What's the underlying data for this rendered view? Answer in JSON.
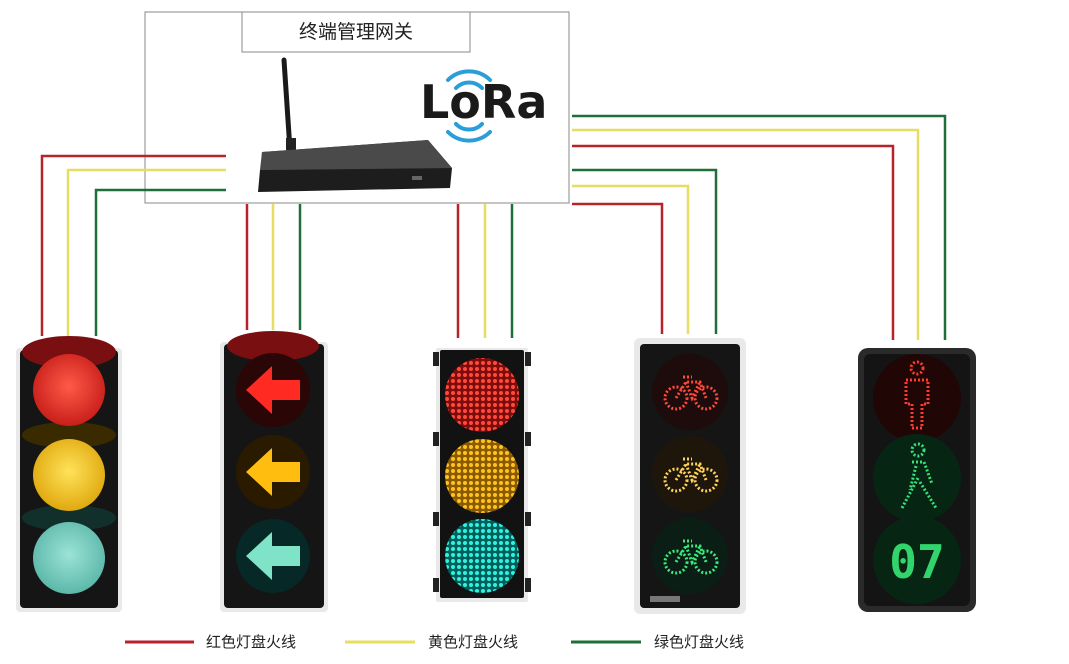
{
  "gateway": {
    "title": "终端管理网关",
    "brand": "LoRa"
  },
  "countdown": "07",
  "legend": [
    {
      "label": "红色灯盘火线",
      "color": "#b7222b"
    },
    {
      "label": "黄色灯盘火线",
      "color": "#e7dd62"
    },
    {
      "label": "绿色灯盘火线",
      "color": "#1f6f3a"
    }
  ],
  "wire_colors": {
    "red": "#b7222b",
    "yellow": "#e7dd62",
    "green": "#1f6f3a"
  },
  "signals": [
    {
      "kind": "full-circle",
      "lamps": [
        "red",
        "yellow",
        "green"
      ],
      "icon": "circle-lamp"
    },
    {
      "kind": "arrow-left",
      "lamps": [
        "red",
        "yellow",
        "green"
      ],
      "icon": "left-arrow-icon"
    },
    {
      "kind": "led-dot",
      "lamps": [
        "red",
        "yellow",
        "green"
      ],
      "icon": "led-dot-lamp"
    },
    {
      "kind": "bicycle",
      "lamps": [
        "red",
        "yellow",
        "green"
      ],
      "icon": "bicycle-icon"
    },
    {
      "kind": "pedestrian",
      "lamps": [
        "red",
        "green"
      ],
      "icon": "pedestrian-icon"
    }
  ]
}
